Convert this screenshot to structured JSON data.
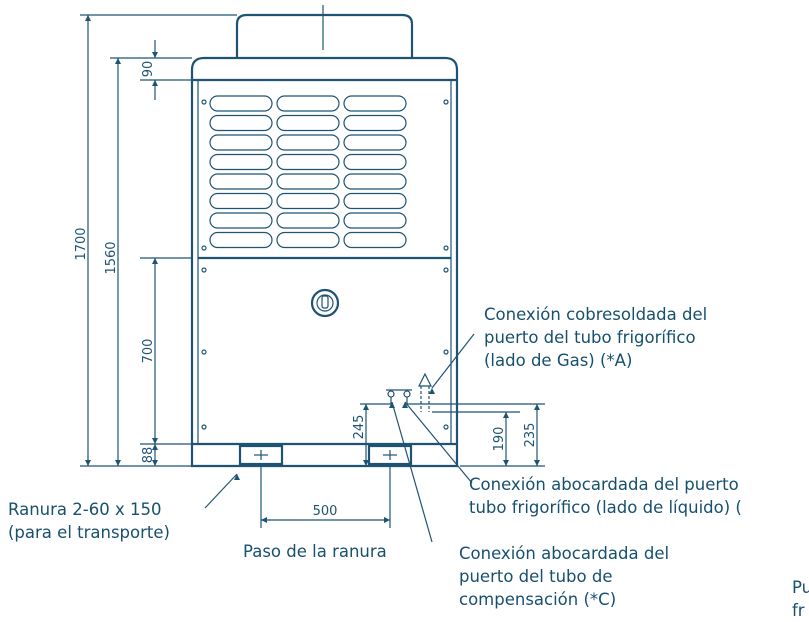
{
  "dimensions": {
    "total_height": "1700",
    "body_height": "1560",
    "top_offset": "90",
    "lower_panel": "700",
    "base_height": "88",
    "connection_245": "245",
    "connection_190": "190",
    "connection_235": "235",
    "slot_pitch": "500"
  },
  "callouts": {
    "gas_connection": [
      "Conexión cobresoldada del",
      "puerto del tubo frigorífico",
      "(lado de Gas) (*A)"
    ],
    "liquid_connection": [
      "Conexión abocardada del puerto",
      "tubo frigorífico (lado de líquido) ("
    ],
    "slot": [
      "Ranura 2-60 x 150",
      "(para el transporte)"
    ],
    "slot_pitch": "Paso de la ranura",
    "compensation_connection": [
      "Conexión abocardada del",
      "puerto del tubo de",
      "compensación (*C)"
    ],
    "cutoff": [
      "Pu",
      "fr"
    ]
  },
  "colors": {
    "line": "#1f5373",
    "text": "#17506f",
    "background": "#ffffff"
  }
}
